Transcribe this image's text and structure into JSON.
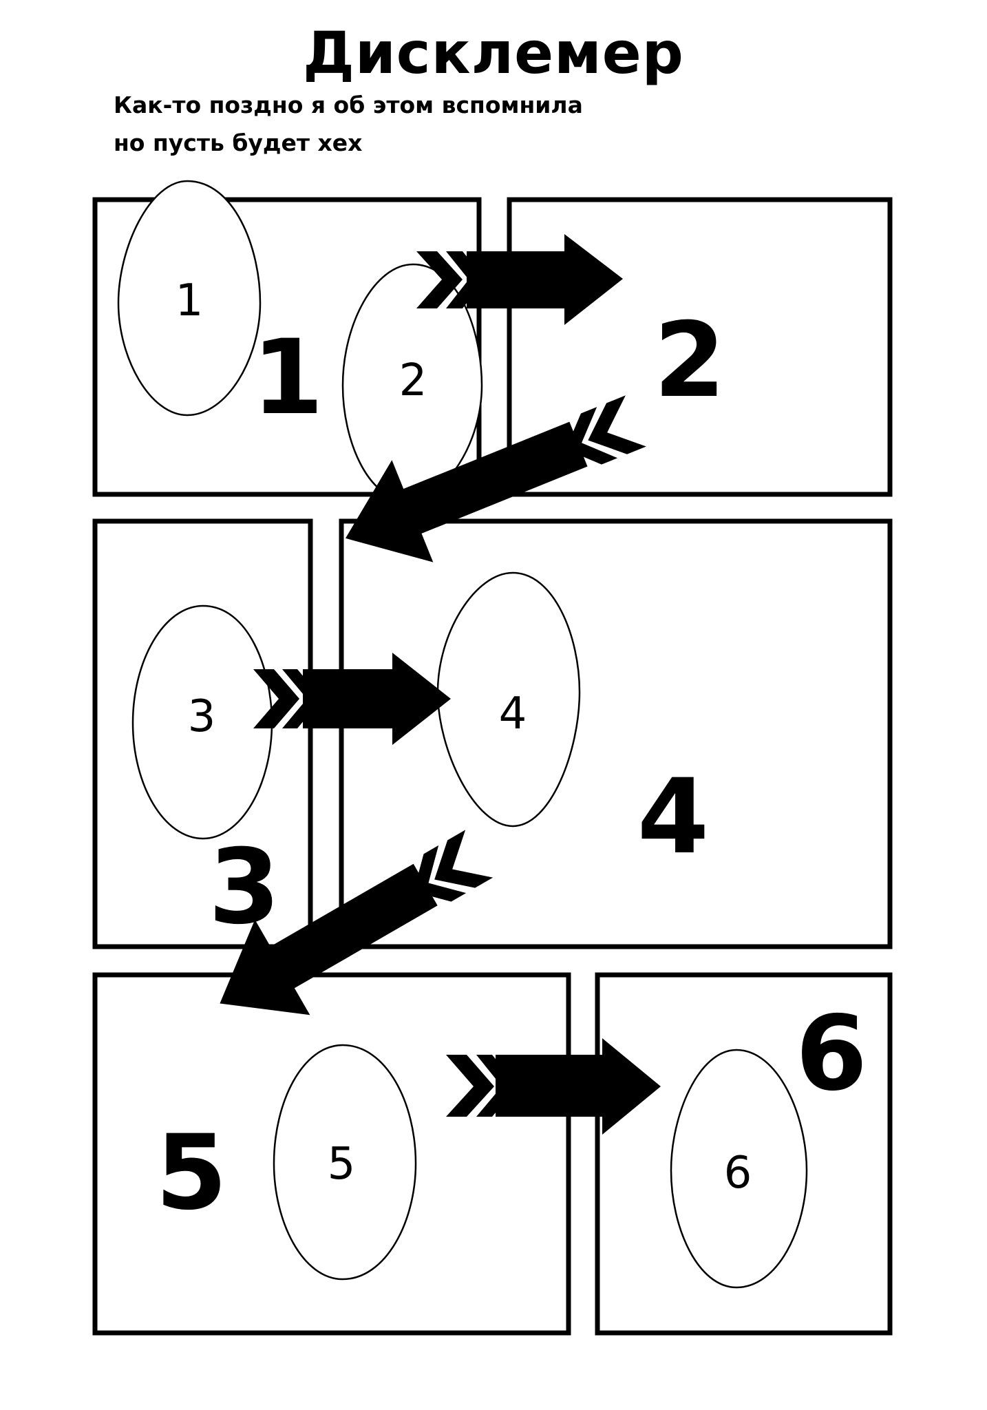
{
  "header": {
    "title": "Дисклемер",
    "note_line1": "Как-то поздно я об этом вспомнила",
    "note_line2": "но пусть будет хех"
  },
  "panels": [
    {
      "number": "1",
      "bubble": "1"
    },
    {
      "number": "2",
      "bubble": "2"
    },
    {
      "number": "3",
      "bubble": "3"
    },
    {
      "number": "4",
      "bubble": "4"
    },
    {
      "number": "5",
      "bubble": "5"
    },
    {
      "number": "6",
      "bubble": "6"
    }
  ],
  "colors": {
    "ink": "#000000",
    "paper": "#ffffff"
  },
  "icons": [
    "arrow-right-icon",
    "arrow-down-left-icon"
  ]
}
